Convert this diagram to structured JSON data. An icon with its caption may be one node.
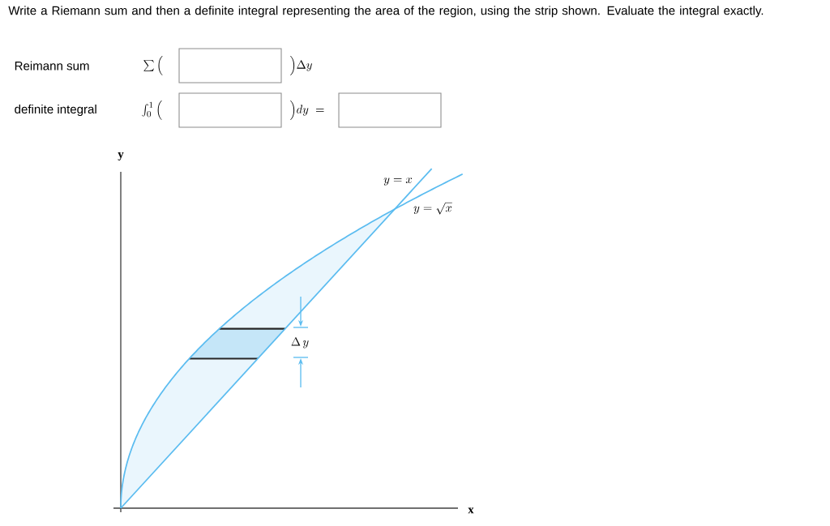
{
  "diagram": {
    "title": "Write a Riemann sum and then a definite integral representing the area of the region, using the strip shown. Evaluate the integral exactly.",
    "nodes": [
      {
        "text": [],
        "shape": "box"
      },
      {
        "text": [],
        "shape": "box"
      },
      {
        "text": [],
        "shape": "box"
      }
    ],
    "labels": [
      "Reimann sum",
      "\\sum\\Big(",
      "\\Big)\\Delta y",
      "definite integral",
      "\\int_0^1\\Big(",
      "\\Big)dy\\ =",
      "y",
      "y = x",
      "y = \\sqrt{x}",
      "\\Delta\\, y",
      "x"
    ]
  }
}
